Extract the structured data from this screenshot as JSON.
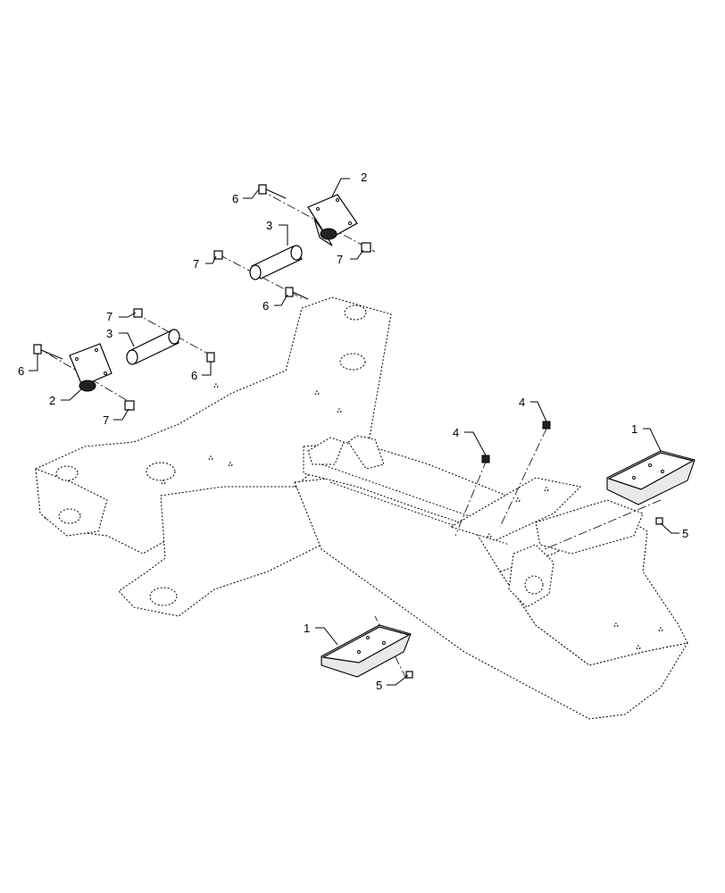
{
  "callouts": [
    {
      "id": "c2a",
      "text": "2"
    },
    {
      "id": "c6a",
      "text": "6"
    },
    {
      "id": "c3a",
      "text": "3"
    },
    {
      "id": "c7a",
      "text": "7"
    },
    {
      "id": "c7b",
      "text": "7"
    },
    {
      "id": "c6b",
      "text": "6"
    },
    {
      "id": "c7c",
      "text": "7"
    },
    {
      "id": "c3b",
      "text": "3"
    },
    {
      "id": "c6c",
      "text": "6"
    },
    {
      "id": "c6d",
      "text": "6"
    },
    {
      "id": "c2b",
      "text": "2"
    },
    {
      "id": "c7d",
      "text": "7"
    },
    {
      "id": "c4a",
      "text": "4"
    },
    {
      "id": "c4b",
      "text": "4"
    },
    {
      "id": "c1a",
      "text": "1"
    },
    {
      "id": "c5a",
      "text": "5"
    },
    {
      "id": "c1b",
      "text": "1"
    },
    {
      "id": "c5b",
      "text": "5"
    }
  ]
}
